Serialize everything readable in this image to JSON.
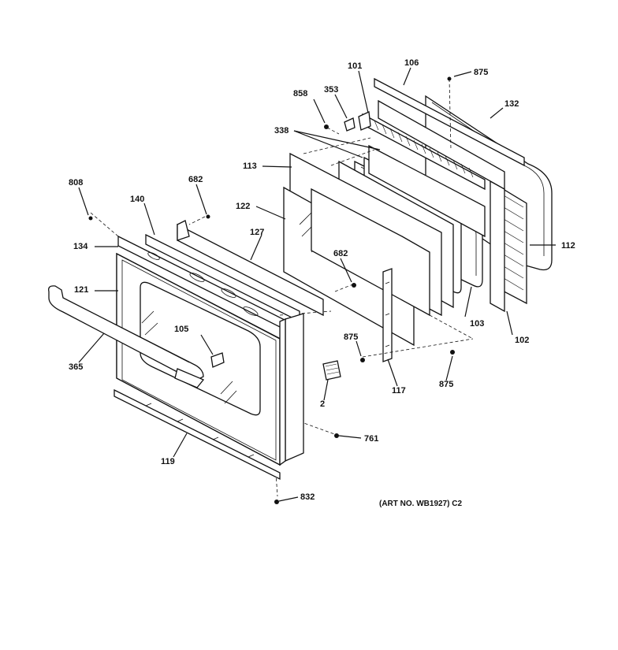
{
  "diagram": {
    "art_number": "(ART NO. WB1927) C2",
    "callouts": {
      "p101": "101",
      "p106": "106",
      "p875_top": "875",
      "p858": "858",
      "p353": "353",
      "p132": "132",
      "p338": "338",
      "p113": "113",
      "p808": "808",
      "p682_top": "682",
      "p140": "140",
      "p122": "122",
      "p127": "127",
      "p134": "134",
      "p682_mid": "682",
      "p112": "112",
      "p121": "121",
      "p105": "105",
      "p875_mid": "875",
      "p103": "103",
      "p102": "102",
      "p365": "365",
      "p117": "117",
      "p875_right": "875",
      "p2": "2",
      "p761": "761",
      "p119": "119",
      "p832": "832"
    }
  }
}
